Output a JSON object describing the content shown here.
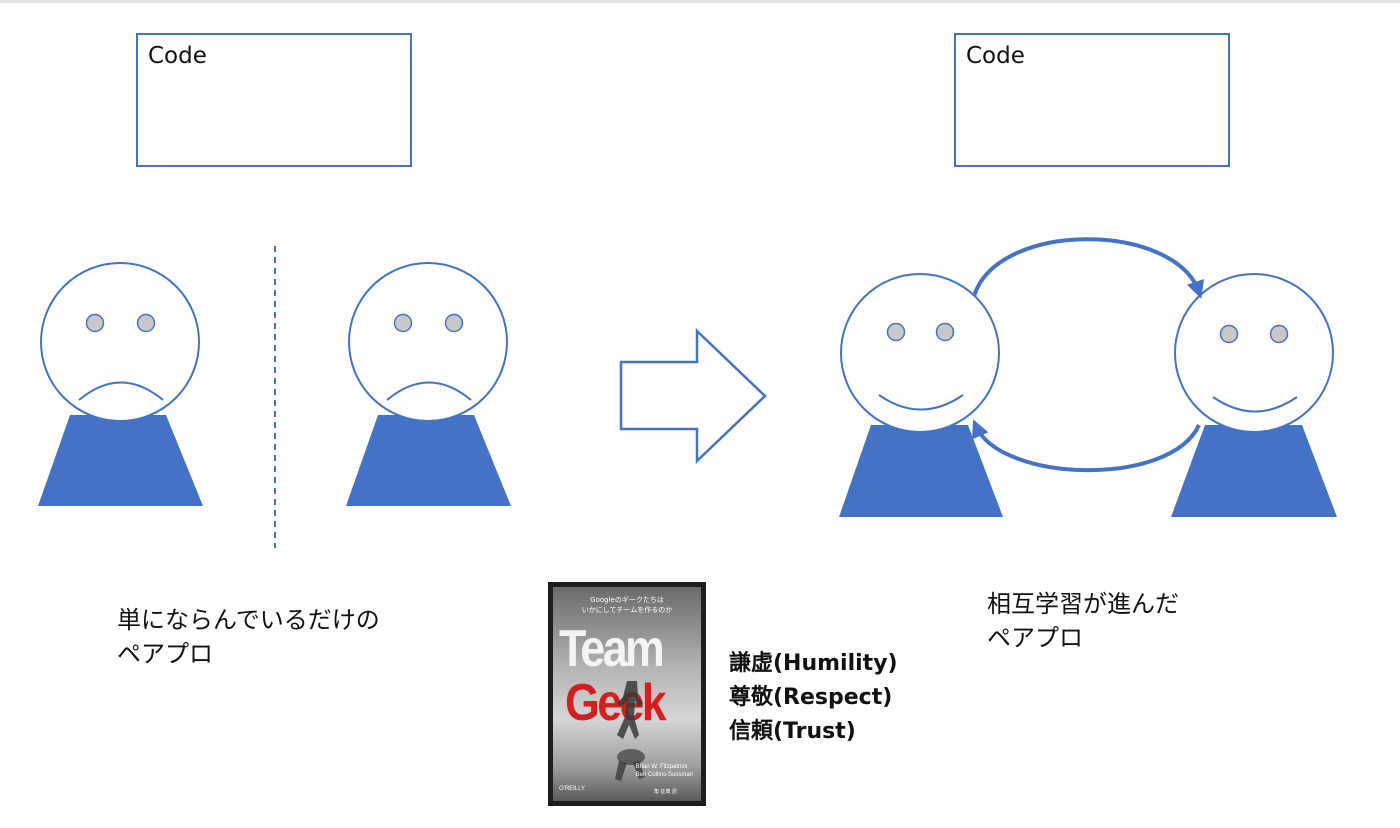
{
  "code_boxes": {
    "left": {
      "label": "Code"
    },
    "right": {
      "label": "Code"
    }
  },
  "captions": {
    "left": {
      "line1": "単にならんでいるだけの",
      "line2": "ペアプロ"
    },
    "right": {
      "line1": "相互学習が進んだ",
      "line2": "ペアプロ"
    }
  },
  "book": {
    "subtitle_line1": "Googleのギークたちは",
    "subtitle_line2": "いかにしてチームを作るのか",
    "title_line1": "Team",
    "title_line2": "Geek",
    "author1": "Brian W. Fitzpatrick",
    "author2": "Ben Collins-Sussman",
    "translator": "角 征典 訳",
    "publisher": "O'REILLY"
  },
  "values": {
    "humility": "謙虚(Humility)",
    "respect": "尊敬(Respect)",
    "trust": "信頼(Trust)"
  },
  "colors": {
    "accent": "#4472c4",
    "eye_fill": "#c8c8c8",
    "book_title_red": "#d21f1f"
  },
  "icons": {
    "sad_faces": "sad-person-icon",
    "happy_faces": "happy-person-icon",
    "transition_arrow": "right-arrow-icon",
    "mutual_learning": "circular-arrows-icon"
  }
}
